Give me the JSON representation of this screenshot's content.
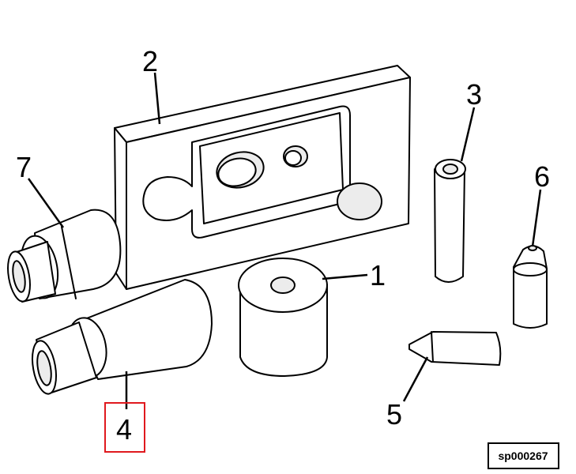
{
  "callouts": {
    "c1": "1",
    "c2": "2",
    "c3": "3",
    "c4": "4",
    "c5": "5",
    "c6": "6",
    "c7": "7"
  },
  "highlight": {
    "label": "4",
    "color": "#e0191e"
  },
  "reference_code": "sp000267"
}
